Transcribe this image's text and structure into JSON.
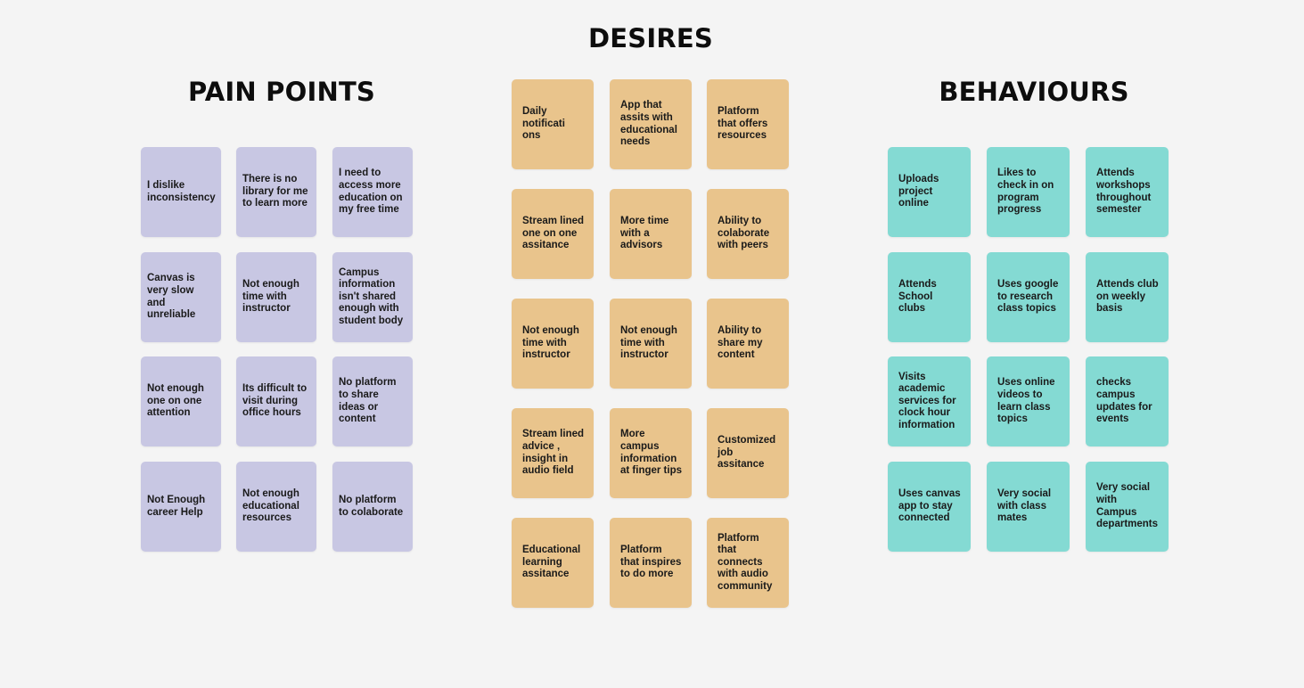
{
  "colors": {
    "background": "#f4f4f4",
    "pain_points": "#c8c7e3",
    "desires": "#e9c48c",
    "behaviours": "#84dad3"
  },
  "sections": {
    "pain_points": {
      "title": "PAIN POINTS",
      "notes": [
        "I dislike inconsistency",
        "There is no library for me to learn more",
        "I need to access more education on my free time",
        "Canvas is very slow and unreliable",
        "Not enough time with instructor",
        "Campus information isn't shared enough with student body",
        "Not enough one on one attention",
        "Its difficult to visit during office hours",
        "No platform to share ideas or content",
        "Not Enough career Help",
        "Not enough educational resources",
        "No platform to colaborate"
      ]
    },
    "desires": {
      "title": "DESIRES",
      "notes": [
        "Daily notificati ons",
        "App that assits with educational needs",
        "Platform that offers resources",
        "Stream lined one on one assitance",
        "More time with a advisors",
        "Ability to colaborate with peers",
        "Not enough time with instructor",
        "Not enough time with instructor",
        "Ability to share my content",
        "Stream lined advice , insight in audio field",
        "More campus information at finger tips",
        "Customized job assitance",
        "Educational learning assitance",
        "Platform that inspires to do more",
        "Platform that connects with audio community"
      ]
    },
    "behaviours": {
      "title": "BEHAVIOURS",
      "notes": [
        "Uploads project online",
        "Likes to check in on program progress",
        "Attends workshops throughout semester",
        "Attends School clubs",
        "Uses google to research class topics",
        "Attends club on weekly basis",
        "Visits academic services for clock hour information",
        "Uses online videos to learn class topics",
        "checks campus updates for events",
        "Uses canvas app to stay connected",
        "Very social with class mates",
        "Very social with Campus departments"
      ]
    }
  }
}
